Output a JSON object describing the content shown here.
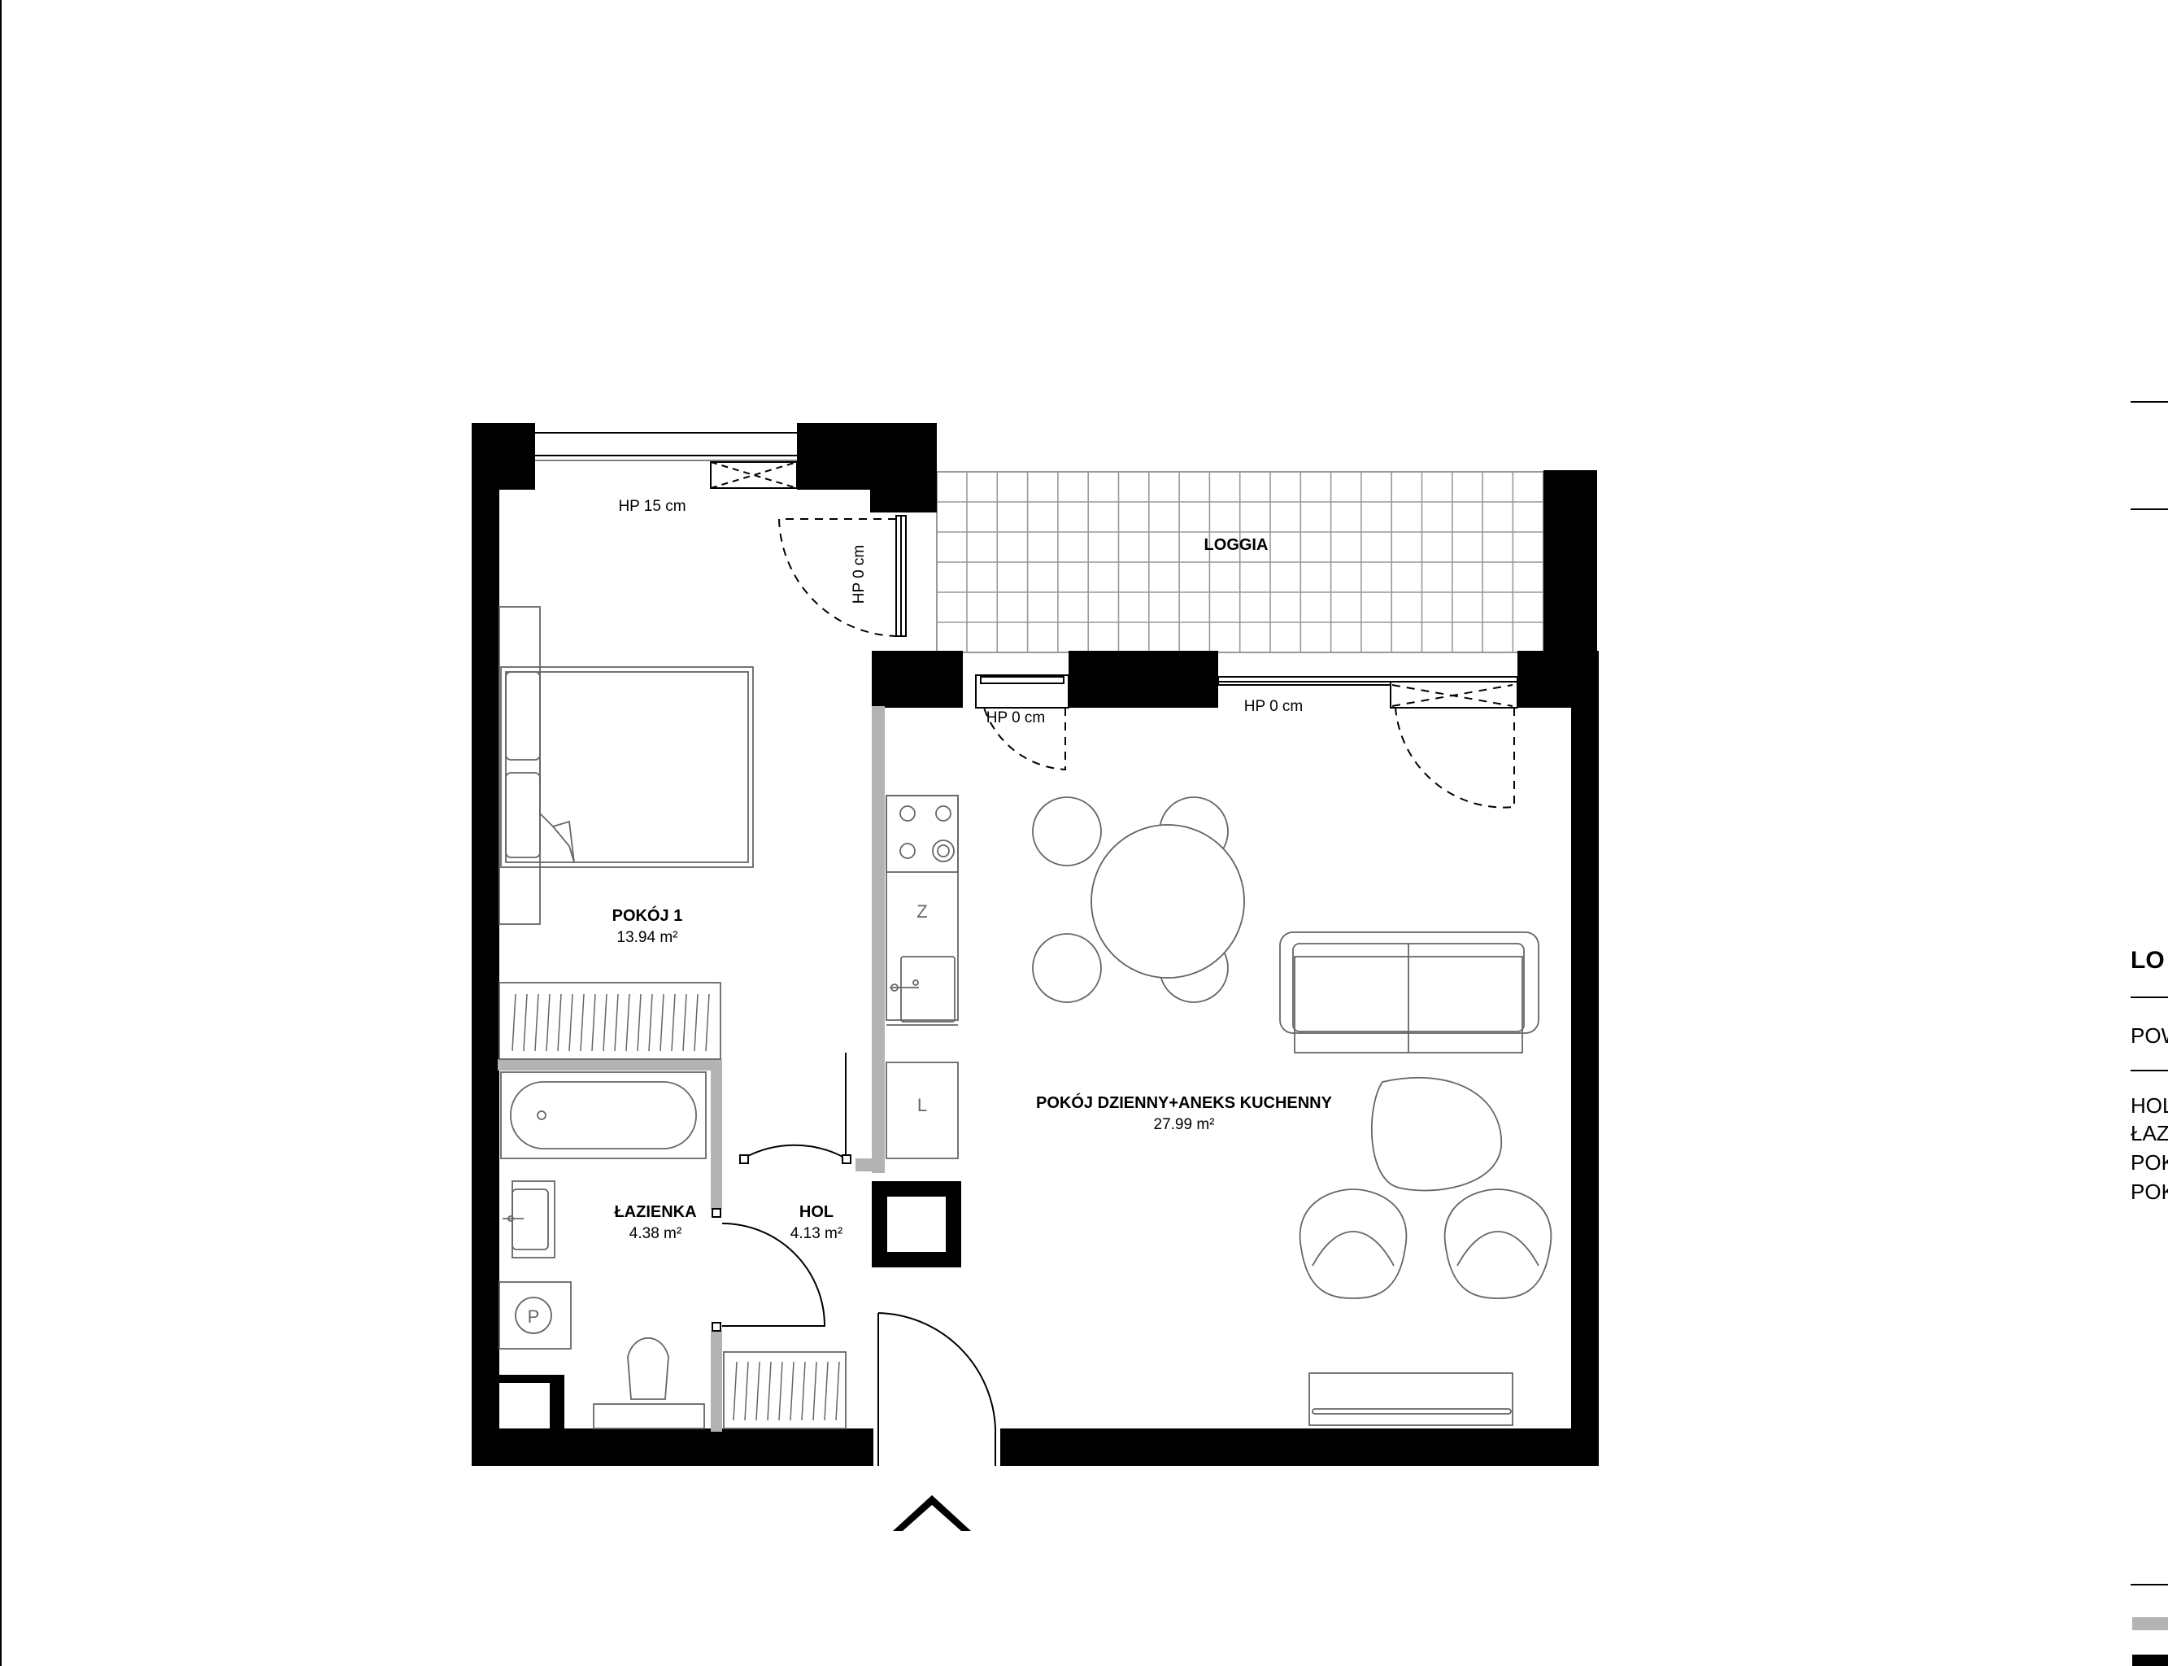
{
  "rooms": {
    "pokoj1": {
      "name": "POKÓJ 1",
      "area": "13.94 m²"
    },
    "dzienny": {
      "name": "POKÓJ DZIENNY+ANEKS KUCHENNY",
      "area": "27.99 m²"
    },
    "lazienka": {
      "name": "ŁAZIENKA",
      "area": "4.38 m²"
    },
    "hol": {
      "name": "HOL",
      "area": "4.13 m²"
    },
    "loggia": {
      "name": "LOGGIA"
    }
  },
  "heights": {
    "top_window": "HP 15 cm",
    "side_door": "HP 0 cm",
    "loggia_door_left": "HP 0 cm",
    "loggia_window": "HP 0 cm"
  },
  "kitchen": {
    "fridge_mark": "Z",
    "dishwasher_mark": "L"
  },
  "bathroom": {
    "washer_mark": "P"
  },
  "side_panel": {
    "title": "LO",
    "subtitle": "POW",
    "list": [
      "HOL",
      "ŁAZ",
      "POK",
      "POK"
    ]
  },
  "colors": {
    "wall": "#000000",
    "partition": "#b3b3b3",
    "line": "#666666"
  }
}
